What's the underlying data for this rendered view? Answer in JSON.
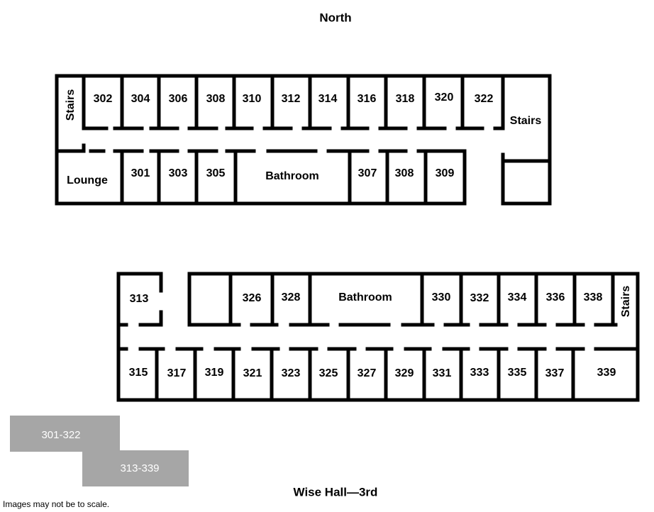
{
  "compass": "North",
  "title": "Wise Hall—3rd",
  "note": "Images may not be to scale.",
  "key": {
    "a": "301-322",
    "b": "313-339",
    "color": "#a6a6a6"
  },
  "north_wing": {
    "stairs_west": "Stairs",
    "stairs_east": "Stairs",
    "top_rooms": [
      "302",
      "304",
      "306",
      "308",
      "310",
      "312",
      "314",
      "316",
      "318",
      "320",
      "322"
    ],
    "lounge": "Lounge",
    "bottom_rooms": [
      "301",
      "303",
      "305"
    ],
    "bathroom": "Bathroom",
    "bottom_rooms_2": [
      "307",
      "308",
      "309"
    ]
  },
  "south_wing": {
    "room_313": "313",
    "top_rooms": [
      "326",
      "328"
    ],
    "bathroom": "Bathroom",
    "top_rooms_2": [
      "330",
      "332",
      "334",
      "336",
      "338"
    ],
    "stairs": "Stairs",
    "bottom_rooms": [
      "315",
      "317",
      "319",
      "321",
      "323",
      "325",
      "327",
      "329",
      "331",
      "333",
      "335",
      "337",
      "339"
    ]
  }
}
